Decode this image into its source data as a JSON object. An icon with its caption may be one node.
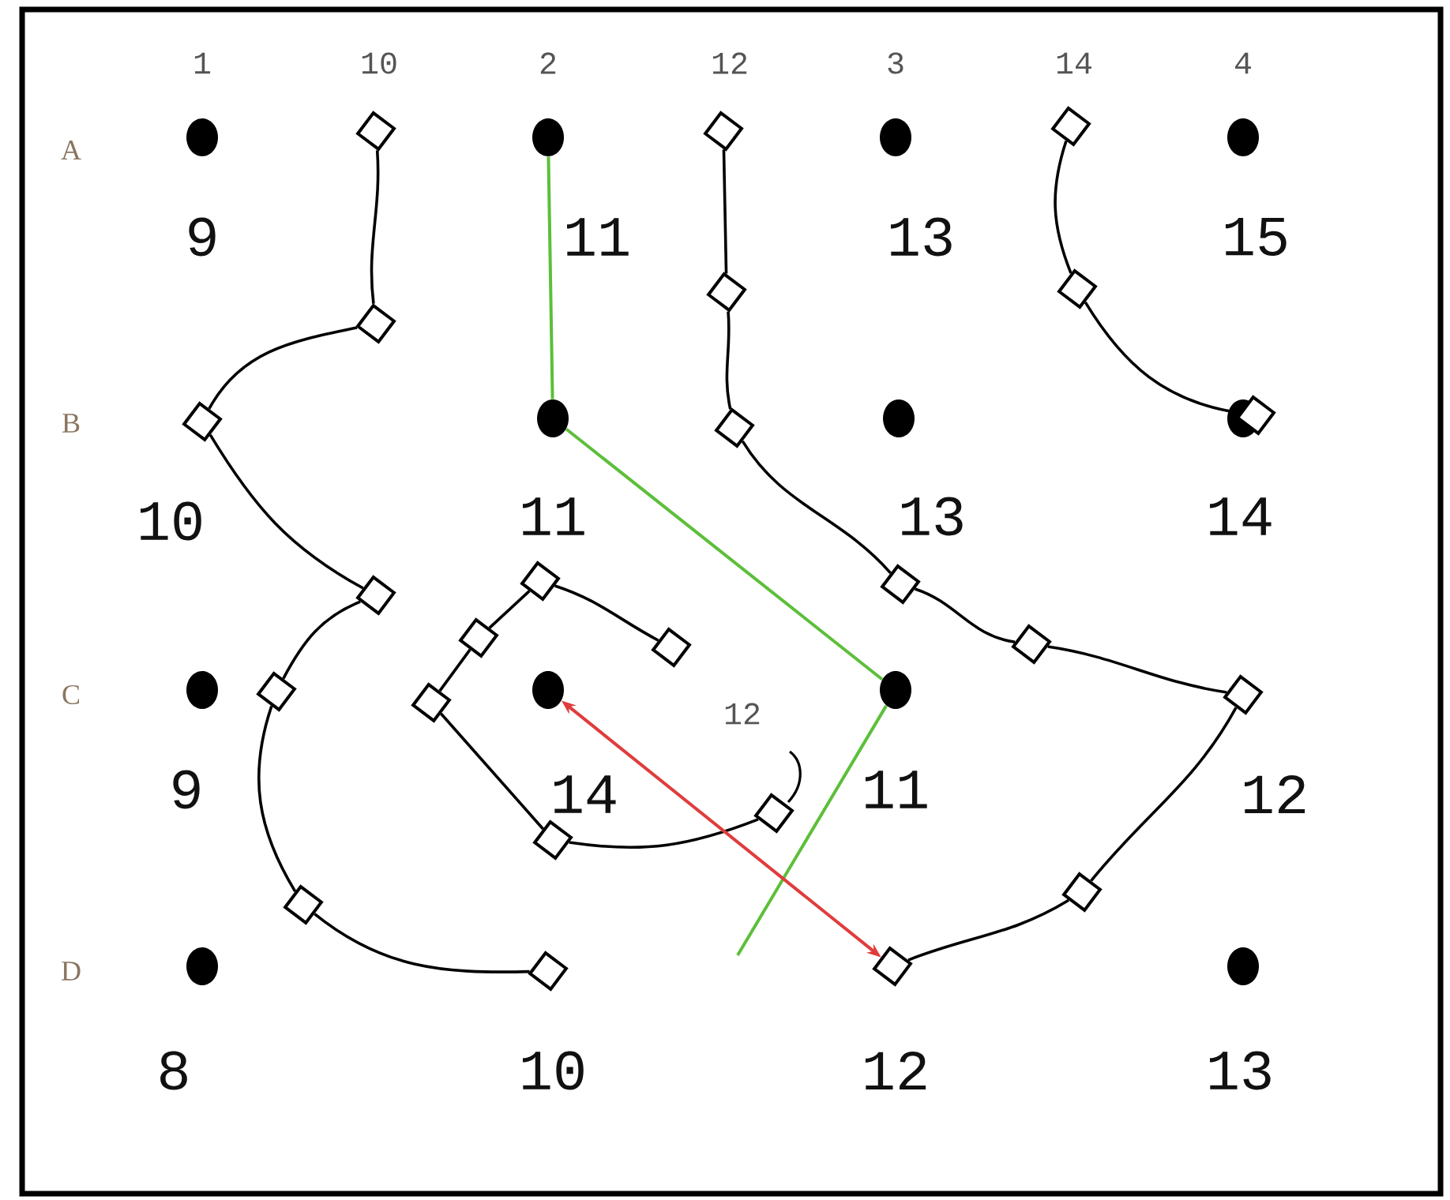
{
  "diagram": {
    "nodes": [
      {
        "text": [],
        "shape": "circle"
      },
      {
        "text": [],
        "shape": "diamond"
      },
      {
        "text": [],
        "shape": "circle"
      },
      {
        "text": [],
        "shape": "diamond"
      },
      {
        "text": [],
        "shape": "circle"
      },
      {
        "text": [],
        "shape": "diamond"
      },
      {
        "text": [],
        "shape": "circle"
      },
      {
        "text": [],
        "shape": "diamond"
      },
      {
        "text": [],
        "shape": "diamond"
      },
      {
        "text": [],
        "shape": "diamond"
      },
      {
        "text": [],
        "shape": "diamond"
      },
      {
        "text": [],
        "shape": "circle"
      },
      {
        "text": [],
        "shape": "diamond"
      },
      {
        "text": [],
        "shape": "circle"
      },
      {
        "text": [],
        "shape": "circle"
      },
      {
        "text": [],
        "shape": "diamond"
      },
      {
        "text": [],
        "shape": "diamond"
      },
      {
        "text": [],
        "shape": "diamond"
      },
      {
        "text": [],
        "shape": "diamond"
      },
      {
        "text": [],
        "shape": "diamond"
      },
      {
        "text": [],
        "shape": "diamond"
      },
      {
        "text": [],
        "shape": "diamond"
      },
      {
        "text": [],
        "shape": "circle"
      },
      {
        "text": [],
        "shape": "diamond"
      },
      {
        "text": [],
        "shape": "diamond"
      },
      {
        "text": [],
        "shape": "circle"
      },
      {
        "text": [],
        "shape": "circle"
      },
      {
        "text": [],
        "shape": "diamond"
      },
      {
        "text": [],
        "shape": "diamond"
      },
      {
        "text": [],
        "shape": "diamond"
      },
      {
        "text": [],
        "shape": "diamond"
      },
      {
        "text": [],
        "shape": "diamond"
      },
      {
        "text": [],
        "shape": "circle"
      },
      {
        "text": [],
        "shape": "diamond"
      },
      {
        "text": [],
        "shape": "diamond"
      },
      {
        "text": [],
        "shape": "circle"
      }
    ],
    "edges": [
      {
        "from": 1,
        "to": 7,
        "arrow": "none"
      },
      {
        "from": 7,
        "to": 10,
        "arrow": "none"
      },
      {
        "from": 10,
        "to": 18,
        "arrow": "none"
      },
      {
        "from": 18,
        "to": 23,
        "arrow": "none"
      },
      {
        "from": 23,
        "to": 31,
        "arrow": "none"
      },
      {
        "from": 31,
        "to": 33,
        "arrow": "none"
      },
      {
        "from": 3,
        "to": 8,
        "arrow": "none"
      },
      {
        "from": 8,
        "to": 12,
        "arrow": "none"
      },
      {
        "from": 12,
        "to": 17,
        "arrow": "none"
      },
      {
        "from": 17,
        "to": 21,
        "arrow": "none"
      },
      {
        "from": 21,
        "to": 27,
        "arrow": "none"
      },
      {
        "from": 27,
        "to": 30,
        "arrow": "none"
      },
      {
        "from": 30,
        "to": 34,
        "arrow": "none"
      },
      {
        "from": 5,
        "to": 9,
        "arrow": "none"
      },
      {
        "from": 9,
        "to": 15,
        "arrow": "none"
      },
      {
        "from": 20,
        "to": 16,
        "arrow": "none"
      },
      {
        "from": 16,
        "to": 19,
        "arrow": "none"
      },
      {
        "from": 19,
        "to": 24,
        "arrow": "none"
      },
      {
        "from": 24,
        "to": 29,
        "arrow": "none"
      },
      {
        "from": 29,
        "to": 28,
        "arrow": "none"
      },
      {
        "from": 2,
        "to": 11,
        "arrow": "none",
        "color": "#5cbf3a"
      },
      {
        "from": 11,
        "to": 26,
        "arrow": "none",
        "color": "#5cbf3a"
      },
      {
        "from": 26,
        "to": null,
        "arrow": "none",
        "color": "#5cbf3a"
      },
      {
        "from": 25,
        "to": 34,
        "arrow": "both",
        "color": "#e03c3c"
      }
    ],
    "labels": [
      "1",
      "10",
      "2",
      "12",
      "3",
      "14",
      "4",
      "A",
      "9",
      "11",
      "13",
      "15",
      "B",
      "10",
      "11",
      "13",
      "14",
      "C",
      "12",
      "9",
      "14",
      "11",
      "12",
      "D",
      "8",
      "10",
      "12",
      "13"
    ]
  }
}
